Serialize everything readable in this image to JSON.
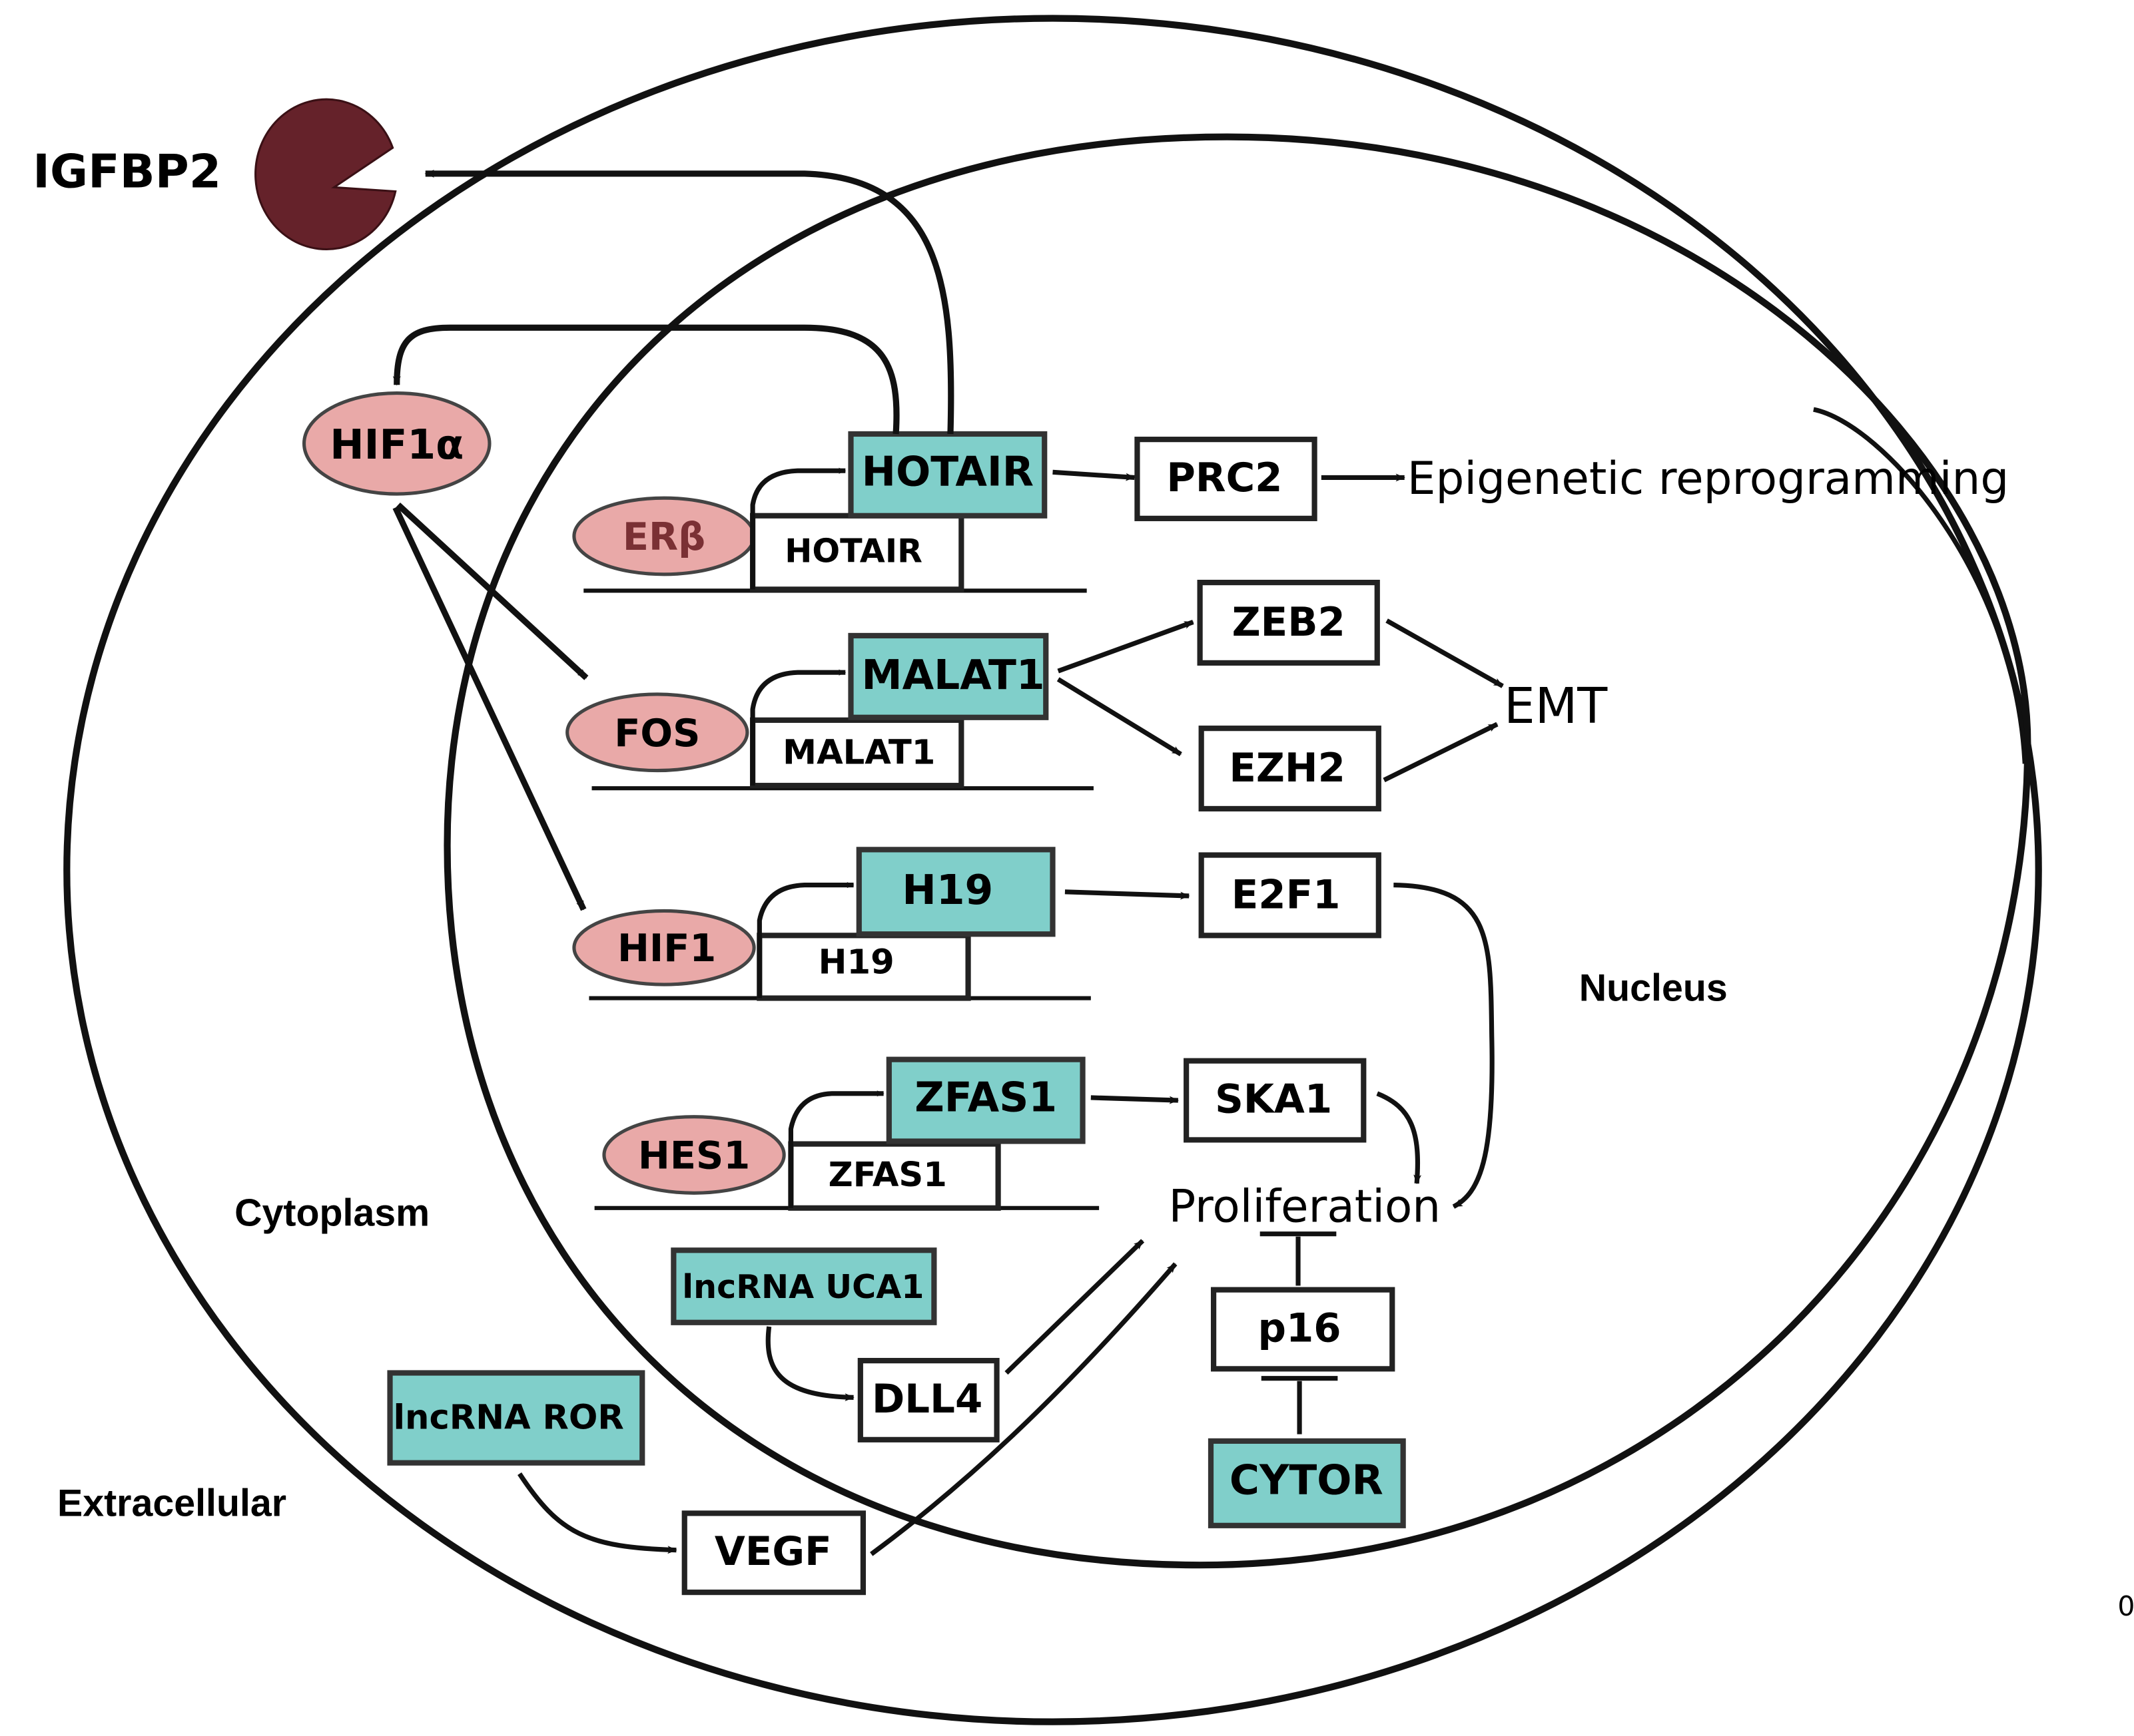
{
  "colors": {
    "lncrna_fill": "#80cfca",
    "factor_fill": "#e9a9a8",
    "igfbp2_fill": "#65222a",
    "er_beta_text": "#7a3034",
    "line": "#111111"
  },
  "compartments": {
    "extracellular": "Extracellular",
    "cytoplasm": "Cytoplasm",
    "nucleus": "Nucleus"
  },
  "igfbp2": {
    "label": "IGFBP2",
    "icon": "pacman-protein-icon"
  },
  "factors": {
    "hif1a": "HIF1α",
    "er_beta": "ERβ",
    "fos": "FOS",
    "hif1": "HIF1",
    "hes1": "HES1"
  },
  "lncrnas": {
    "hotair": "HOTAIR",
    "malat1": "MALAT1",
    "h19": "H19",
    "zfas1": "ZFAS1",
    "uca1": "lncRNA UCA1",
    "ror": "lncRNA ROR",
    "cytor": "CYTOR"
  },
  "genes": {
    "hotair": "HOTAIR",
    "malat1": "MALAT1",
    "h19": "H19",
    "zfas1": "ZFAS1"
  },
  "targets": {
    "prc2": "PRC2",
    "zeb2": "ZEB2",
    "ezh2": "EZH2",
    "e2f1": "E2F1",
    "ska1": "SKA1",
    "p16": "p16",
    "dll4": "DLL4",
    "vegf": "VEGF"
  },
  "outcomes": {
    "epigenetic": "Epigenetic reprogramming",
    "emt": "EMT",
    "proliferation": "Proliferation"
  },
  "corner_mark": "0"
}
